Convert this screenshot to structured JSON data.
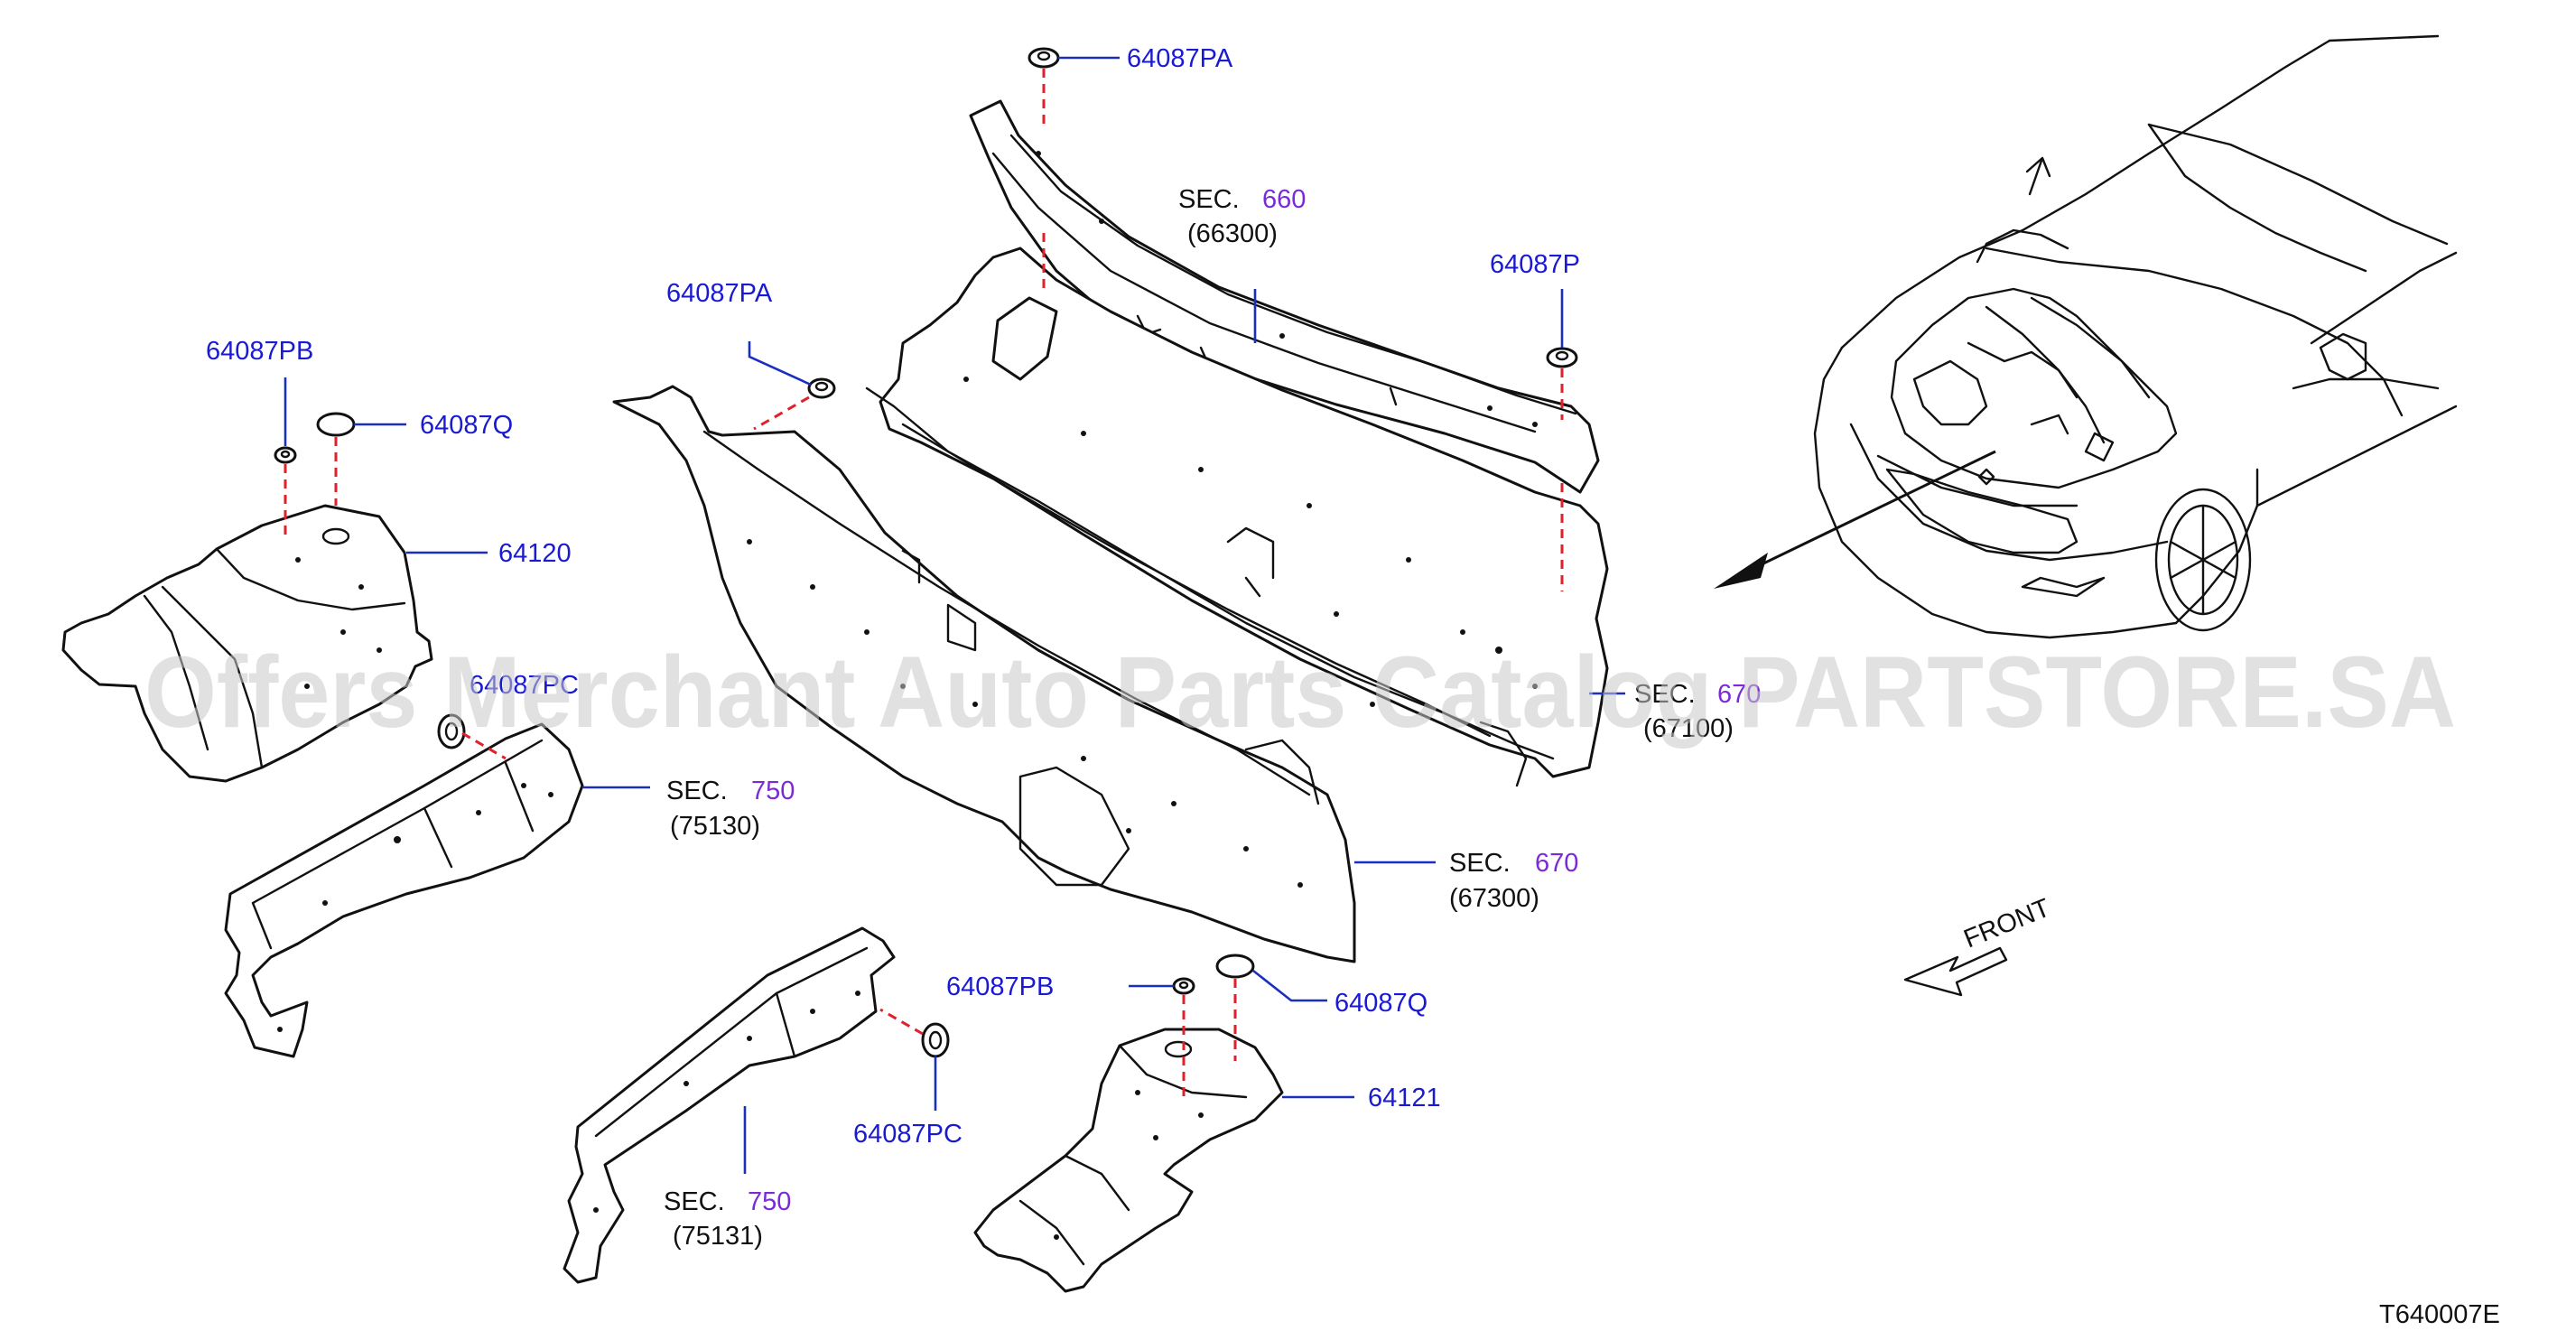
{
  "labels": {
    "clip_pa_top": "64087PA",
    "clip_pa_mid": "64087PA",
    "clip_p": "64087P",
    "clip_pb_left": "64087PB",
    "clip_q_left": "64087Q",
    "part_64120": "64120",
    "clip_pc_left": "64087PC",
    "sec660_sec": "SEC.",
    "sec660_num": "660",
    "sec660_code": "(66300)",
    "sec670_right_sec": "SEC.",
    "sec670_right_num": "670",
    "sec670_right_code": "(67100)",
    "sec750_upper_sec": "SEC.",
    "sec750_upper_num": "750",
    "sec750_upper_code": "(75130)",
    "sec670_lower_sec": "SEC.",
    "sec670_lower_num": "670",
    "sec670_lower_code": "(67300)",
    "clip_pb_right": "64087PB",
    "clip_q_right": "64087Q",
    "part_64121": "64121",
    "clip_pc_right": "64087PC",
    "sec750_lower_sec": "SEC.",
    "sec750_lower_num": "750",
    "sec750_lower_code": "(75131)",
    "front": "FRONT",
    "diagram_code": "T640007E"
  },
  "watermark": "Offers Merchant Auto Parts Catalog PARTSTORE.SA",
  "colors": {
    "part_number": "#1a1ad0",
    "section_number": "#7a2bd6",
    "leader_line": "#1a2fc0",
    "fastener_line": "#e0202a",
    "outline": "#111111"
  }
}
